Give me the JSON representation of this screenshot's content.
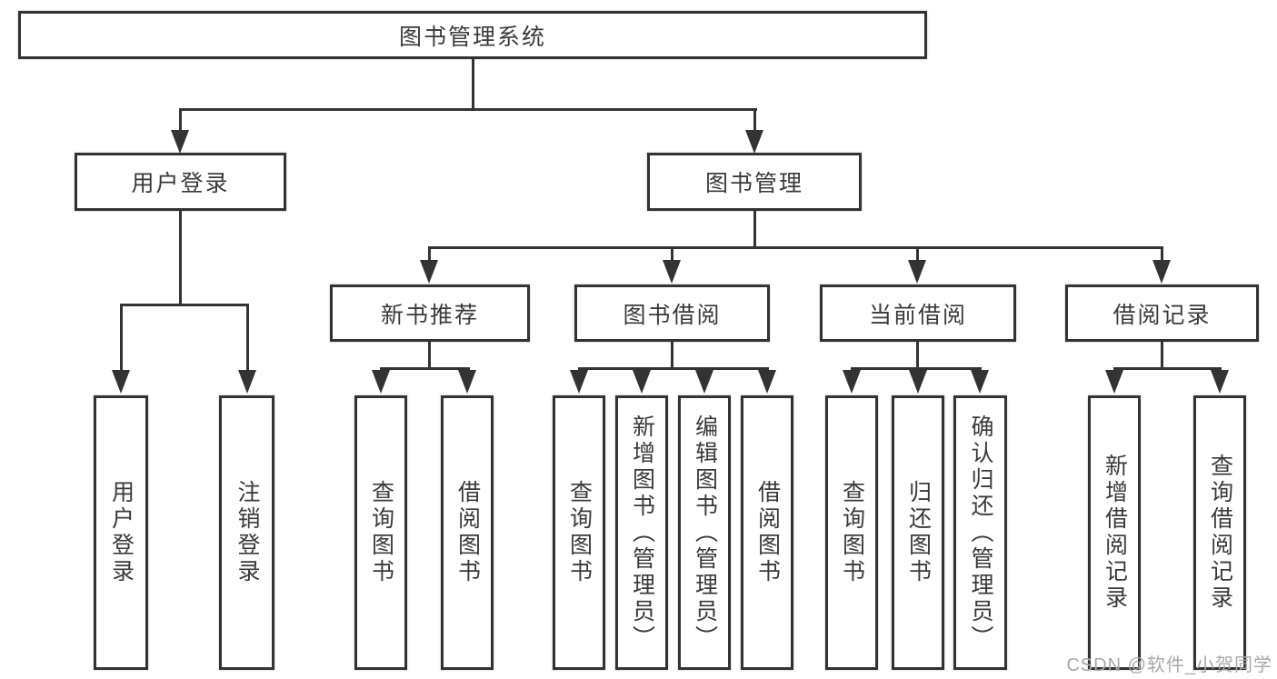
{
  "tree": {
    "root": {
      "label": "图书管理系统"
    },
    "branches": [
      {
        "label": "用户登录",
        "children": [
          {
            "label": "用户登录"
          },
          {
            "label": "注销登录"
          }
        ]
      },
      {
        "label": "图书管理",
        "children": [
          {
            "label": "新书推荐",
            "children": [
              {
                "label": "查询图书"
              },
              {
                "label": "借阅图书"
              }
            ]
          },
          {
            "label": "图书借阅",
            "children": [
              {
                "label": "查询图书"
              },
              {
                "label": "新增图书（管理员）"
              },
              {
                "label": "编辑图书（管理员）"
              },
              {
                "label": "借阅图书"
              }
            ]
          },
          {
            "label": "当前借阅",
            "children": [
              {
                "label": "查询图书"
              },
              {
                "label": "归还图书"
              },
              {
                "label": "确认归还（管理员）"
              }
            ]
          },
          {
            "label": "借阅记录",
            "children": [
              {
                "label": "新增借阅记录"
              },
              {
                "label": "查询借阅记录"
              }
            ]
          }
        ]
      }
    ]
  },
  "watermark": {
    "text": "CSDN @软件_小贺同学"
  },
  "colors": {
    "line": "#333333",
    "text": "#3a3a3a",
    "watermark": "#a8a8a8",
    "background": "#ffffff"
  }
}
